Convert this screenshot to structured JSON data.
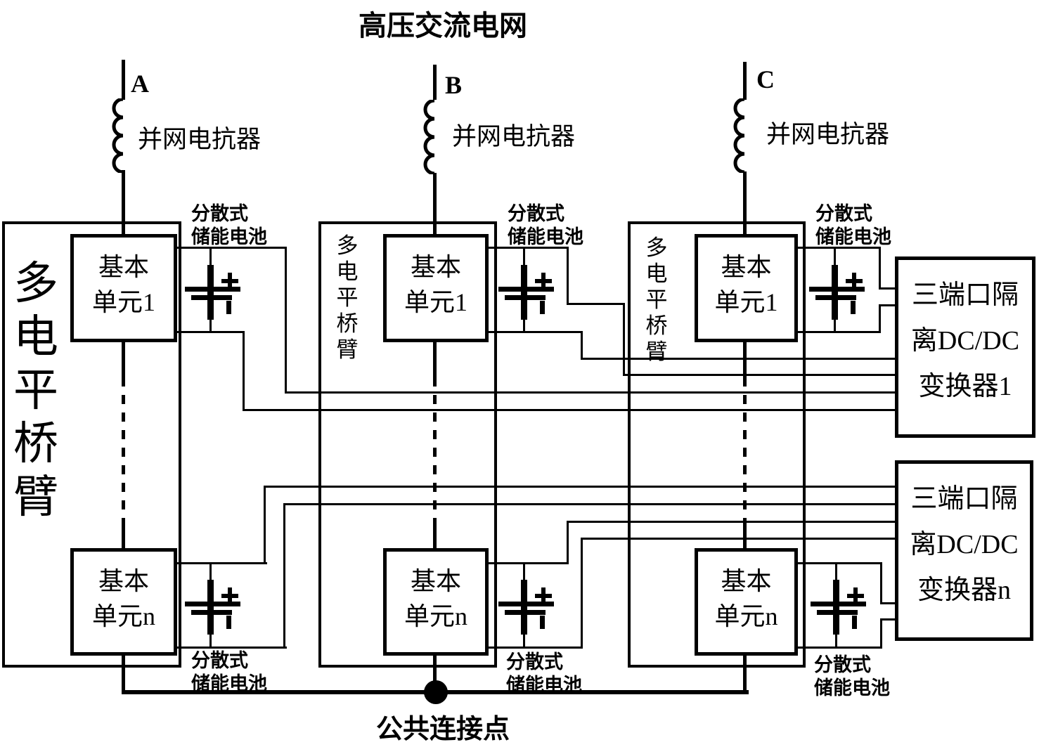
{
  "title": "高压交流电网",
  "phases": [
    {
      "label": "A"
    },
    {
      "label": "B"
    },
    {
      "label": "C"
    }
  ],
  "reactor_label": "并网电抗器",
  "bridge_arm_label": "多电平桥臂",
  "basic_unit_top": {
    "line1": "基本",
    "line2": "单元1"
  },
  "basic_unit_bottom": {
    "line1": "基本",
    "line2": "单元n"
  },
  "storage_battery": {
    "line1": "分散式",
    "line2": "储能电池"
  },
  "dcdc_converter_1": {
    "line1": "三端口隔",
    "line2": "离DC/DC",
    "line3": "变换器1"
  },
  "dcdc_converter_n": {
    "line1": "三端口隔",
    "line2": "离DC/DC",
    "line3": "变换器n"
  },
  "pcc_label": "公共连接点",
  "colors": {
    "line": "#000000",
    "background": "#ffffff"
  }
}
